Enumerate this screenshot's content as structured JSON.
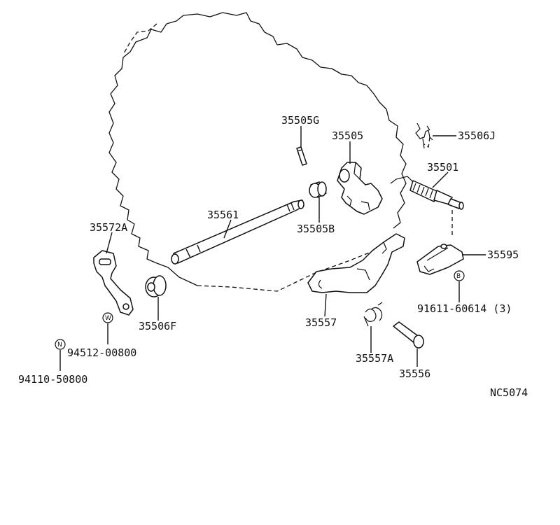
{
  "parts": [
    {
      "id": "p35505G",
      "number": "35505G"
    },
    {
      "id": "p35505",
      "number": "35505"
    },
    {
      "id": "p35506J",
      "number": "35506J"
    },
    {
      "id": "p35501",
      "number": "35501"
    },
    {
      "id": "p35561",
      "number": "35561"
    },
    {
      "id": "p35505B",
      "number": "35505B"
    },
    {
      "id": "p35572A",
      "number": "35572A"
    },
    {
      "id": "p35595",
      "number": "35595"
    },
    {
      "id": "p91611",
      "number": "91611-60614 (3)"
    },
    {
      "id": "p35506F",
      "number": "35506F"
    },
    {
      "id": "p35557",
      "number": "35557"
    },
    {
      "id": "p94512",
      "number": "94512-00800"
    },
    {
      "id": "p35557A",
      "number": "35557A"
    },
    {
      "id": "p35556",
      "number": "35556"
    },
    {
      "id": "p94110",
      "number": "94110-50800"
    }
  ],
  "markers": {
    "b": "B",
    "w": "W",
    "n": "N"
  },
  "diagram_code": "NC5074"
}
